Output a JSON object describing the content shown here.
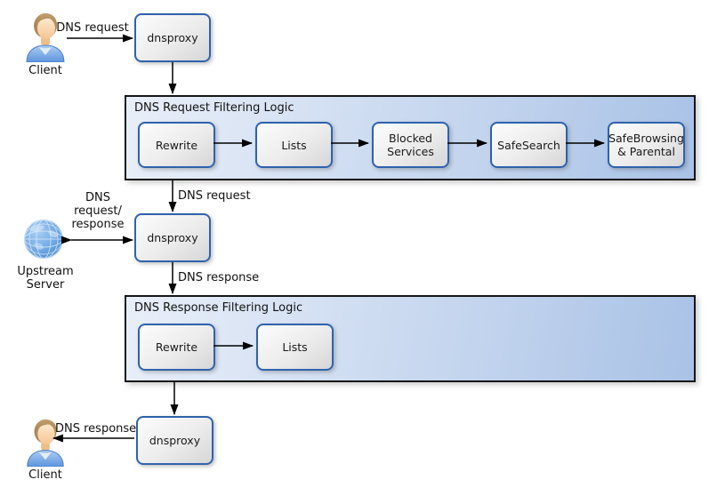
{
  "nodes": {
    "client_top": "Client",
    "dnsproxy_top": "dnsproxy",
    "dnsproxy_mid": "dnsproxy",
    "dnsproxy_bottom": "dnsproxy",
    "upstream_line1": "Upstream",
    "upstream_line2": "Server",
    "client_bottom": "Client"
  },
  "containers": {
    "request": {
      "title": "DNS Request Filtering Logic",
      "steps": [
        "Rewrite",
        "Lists",
        "Blocked Services",
        "SafeSearch",
        "SafeBrowsing & Parental"
      ]
    },
    "response": {
      "title": "DNS Response Filtering Logic",
      "steps": [
        "Rewrite",
        "Lists"
      ]
    }
  },
  "edge_labels": {
    "client_to_proxy": "DNS request",
    "container1_to_proxy": "DNS request",
    "upstream_line1": "DNS",
    "upstream_line2": "request/",
    "upstream_line3": "response",
    "proxy_to_container2": "DNS response",
    "proxy_to_client": "DNS response"
  },
  "icons": {
    "client_top": "person-icon",
    "upstream": "globe-icon",
    "client_bottom": "person-icon"
  },
  "colors": {
    "box_border": "#2f62ac",
    "box_fill_top": "#fcfcfc",
    "box_fill_bottom": "#d6d6d8",
    "container_border": "#161616",
    "container_fill_left": "#e9eff9",
    "container_fill_right": "#a9c2e6",
    "arrow": "#000000",
    "globe_blue": "#4a8cd0",
    "shirt_blue": "#6ea1e4",
    "hair_brown": "#b4905e"
  }
}
